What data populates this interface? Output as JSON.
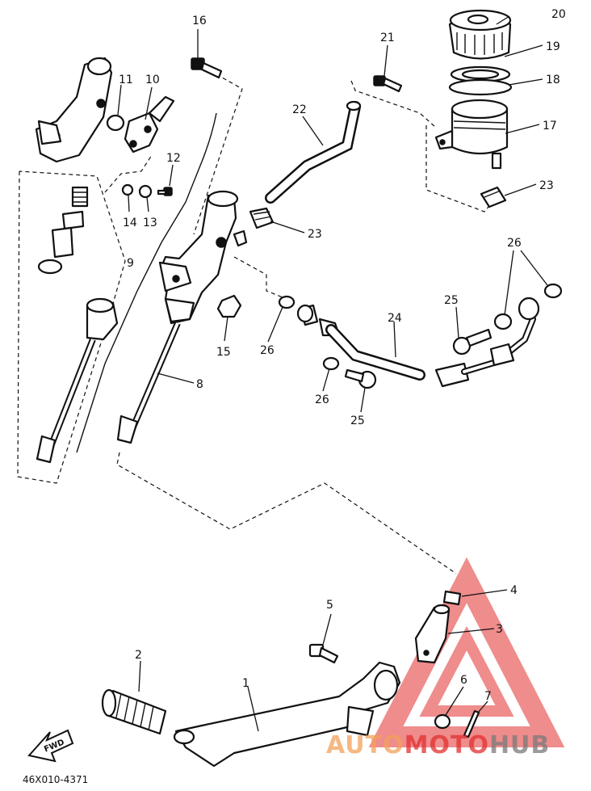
{
  "labels": [
    "1",
    "2",
    "3",
    "4",
    "5",
    "6",
    "7",
    "8",
    "9",
    "10",
    "11",
    "12",
    "13",
    "14",
    "15",
    "16",
    "17",
    "18",
    "19",
    "20",
    "21",
    "22",
    "23",
    "23",
    "24",
    "25",
    "25",
    "26",
    "26",
    "26"
  ],
  "diagram_code": "46X010-4371",
  "fwd_label": "FWD",
  "watermark": {
    "auto": "AUTO",
    "moto": "MOTO",
    "hub": "HUB",
    "orange": "#f4a15a",
    "red": "#e23030",
    "gray": "#7a7a7a"
  }
}
